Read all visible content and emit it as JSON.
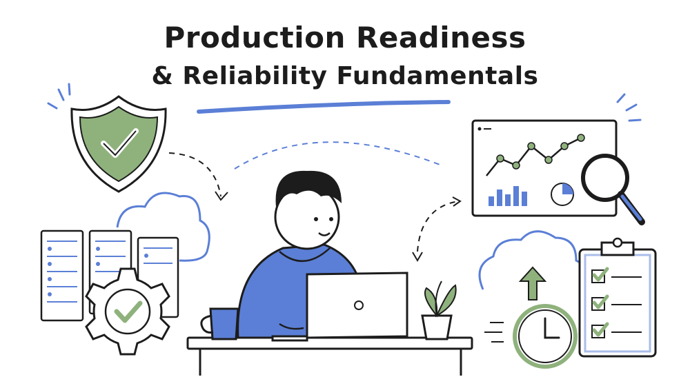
{
  "title": {
    "line1": "Production Readiness",
    "line2": "& Reliability Fundamentals"
  },
  "colors": {
    "ink": "#1c1c1c",
    "blue": "#5b7fd6",
    "green": "#8fb27d",
    "light_blue": "#a9bde9"
  },
  "icons": [
    "shield-check-icon",
    "server-rack-icon",
    "cloud-icon",
    "gear-check-icon",
    "person-with-laptop",
    "coffee-mug-icon",
    "plant-icon",
    "dashboard-chart-icon",
    "magnifier-icon",
    "cloud-upload-icon",
    "clock-icon",
    "checklist-clipboard-icon"
  ]
}
